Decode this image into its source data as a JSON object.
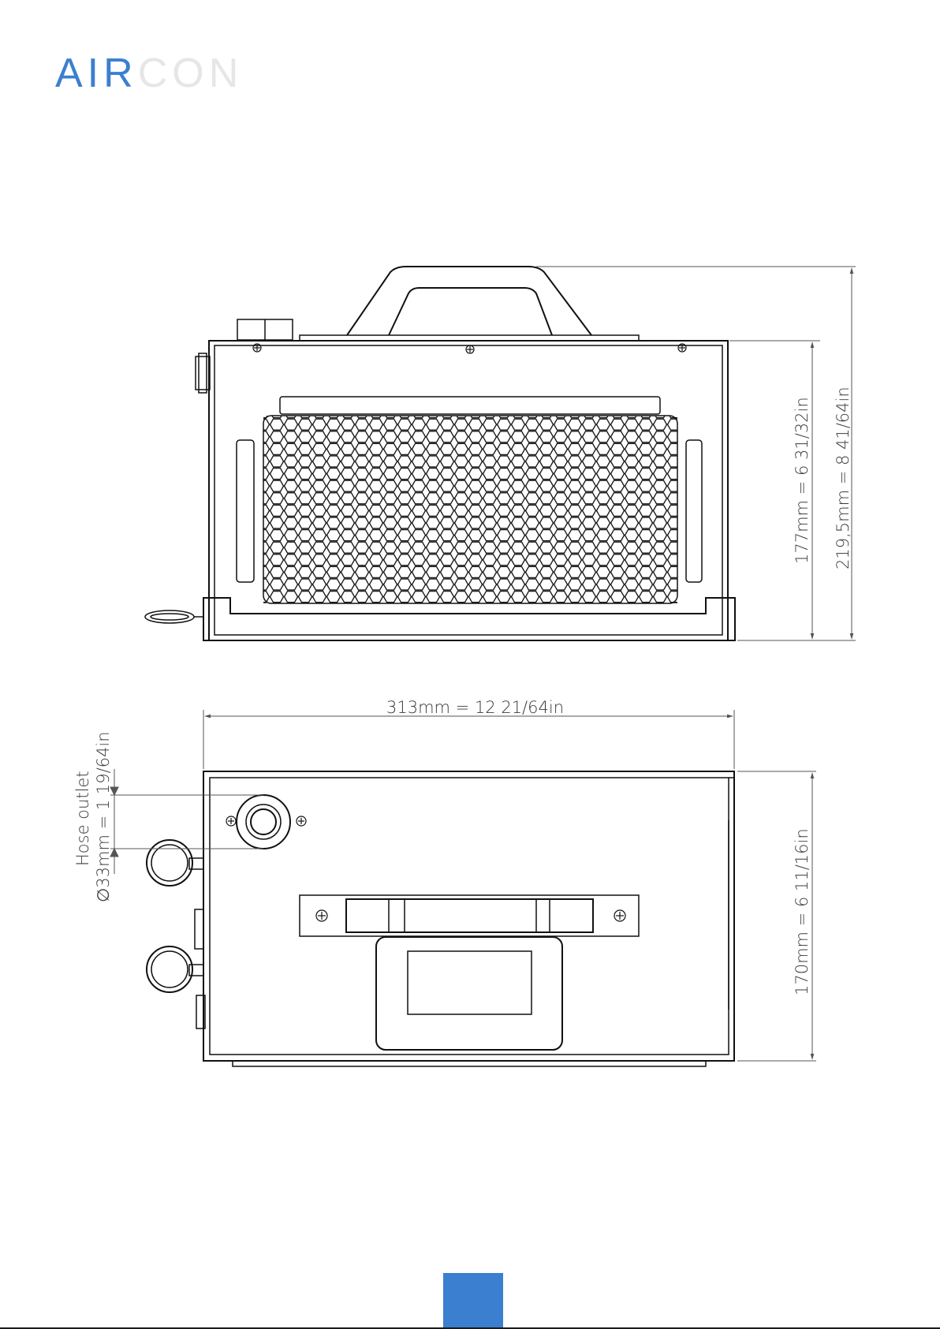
{
  "brand": {
    "name": "AIRCON",
    "primary_part": "AIR",
    "secondary_part": "CON",
    "primary_color": "#3b7fd0",
    "secondary_color": "#ececec"
  },
  "dimensions": {
    "height_body": "177mm = 6 31/32in",
    "height_total": "219,5mm = 8 41/64in",
    "width": "313mm = 12 21/64in",
    "depth": "170mm = 6 11/16in",
    "hose_label": "Hose outlet",
    "hose_diameter": "∅33mm = 1 19/64in"
  },
  "footer": {
    "page_number": "",
    "badge_color": "#3b7fd0"
  }
}
